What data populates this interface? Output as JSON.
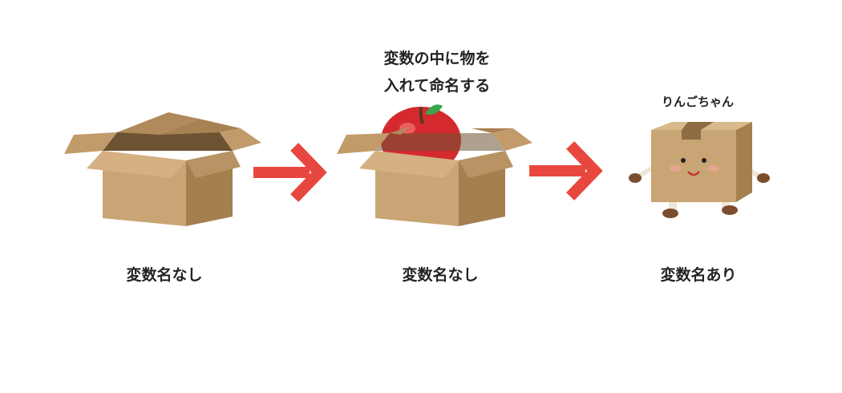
{
  "steps": [
    {
      "caption": "変数名なし"
    },
    {
      "caption": "変数名なし",
      "note_lines": [
        "変数の中に物を",
        "入れて命名する"
      ]
    },
    {
      "caption": "変数名あり",
      "name_label": "りんごちゃん"
    }
  ],
  "colors": {
    "box_light": "#c9a474",
    "box_mid": "#b08a5c",
    "box_dark": "#8e6c43",
    "box_inner": "#6e5333",
    "arrow": "#e8473f",
    "apple": "#d42a2f",
    "leaf": "#3aa64a",
    "mascot_limb": "#7a4d2e"
  },
  "icons": [
    "empty-box-icon",
    "arrow-right-icon",
    "apple-in-box-icon",
    "box-mascot-icon"
  ]
}
